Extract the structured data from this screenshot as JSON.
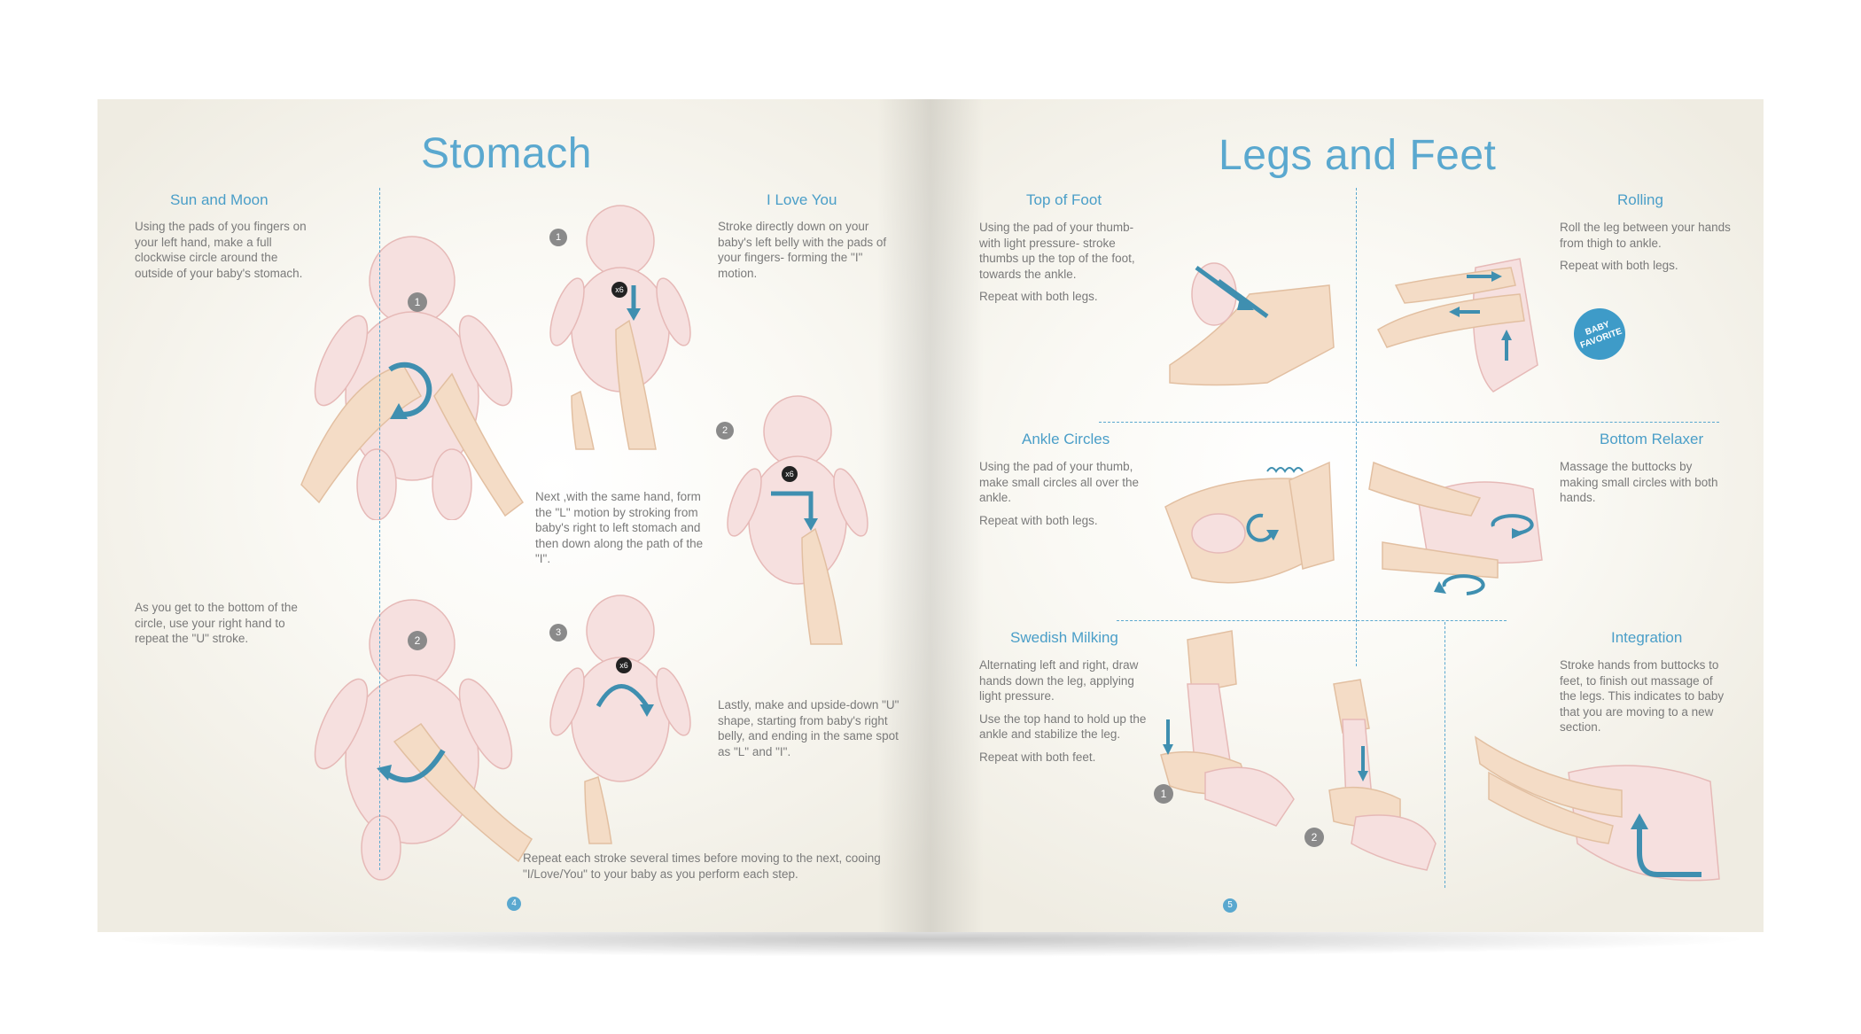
{
  "left_page": {
    "title": "Stomach",
    "page_number": "4",
    "sun_moon": {
      "heading": "Sun and Moon",
      "text1": "Using the pads of you fingers on your left hand, make a full clockwise circle around the outside of your baby's stomach.",
      "text2": "As you get to the bottom of the circle, use your right hand to repeat the \"U\" stroke.",
      "step1": "1",
      "step2": "2"
    },
    "i_love_you": {
      "heading": "I Love You",
      "text1": "Stroke directly down on your baby's left belly with the pads of your fingers- forming the \"I\" motion.",
      "text2": "Next ,with the same hand, form the \"L\" motion by stroking from baby's right to left stomach and then down along the path of the \"I\".",
      "text3": "Lastly, make and upside-down \"U\" shape, starting from baby's right belly, and ending in the same spot as \"L\" and \"I\".",
      "step1": "1",
      "step2": "2",
      "step3": "3",
      "repeat_badge": "x6"
    },
    "footer_note": "Repeat each stroke several times before moving to the next, cooing \"I/Love/You\" to your baby as you perform each step."
  },
  "right_page": {
    "title": "Legs and Feet",
    "page_number": "5",
    "top_of_foot": {
      "heading": "Top of Foot",
      "text1": "Using the pad of your thumb- with light pressure- stroke thumbs up the top of the foot, towards the ankle.",
      "text2": "Repeat with both legs."
    },
    "rolling": {
      "heading": "Rolling",
      "text1": "Roll the leg between your hands from thigh to ankle.",
      "text2": "Repeat with both legs.",
      "badge_line1": "BABY",
      "badge_line2": "FAVORITE"
    },
    "ankle_circles": {
      "heading": "Ankle Circles",
      "text1": "Using the pad of your thumb, make small circles all over the ankle.",
      "text2": "Repeat with both legs."
    },
    "bottom_relaxer": {
      "heading": "Bottom Relaxer",
      "text1": "Massage the buttocks by making small circles with both hands."
    },
    "swedish_milking": {
      "heading": "Swedish Milking",
      "text1": "Alternating left and right, draw hands down the leg, applying light pressure.",
      "text2": "Use the top hand to hold up the ankle and stabilize the leg.",
      "text3": "Repeat with both feet.",
      "step1": "1",
      "step2": "2"
    },
    "integration": {
      "heading": "Integration",
      "text1": "Stroke hands from buttocks to feet, to finish out massage of the legs. This indicates to baby that you are moving to a new section."
    }
  },
  "colors": {
    "accent": "#5aa8cf",
    "arrow": "#3f8fb0",
    "skin": "#f3d8d6",
    "hand": "#f1d2b8",
    "step_badge": "#8a8a8a"
  }
}
